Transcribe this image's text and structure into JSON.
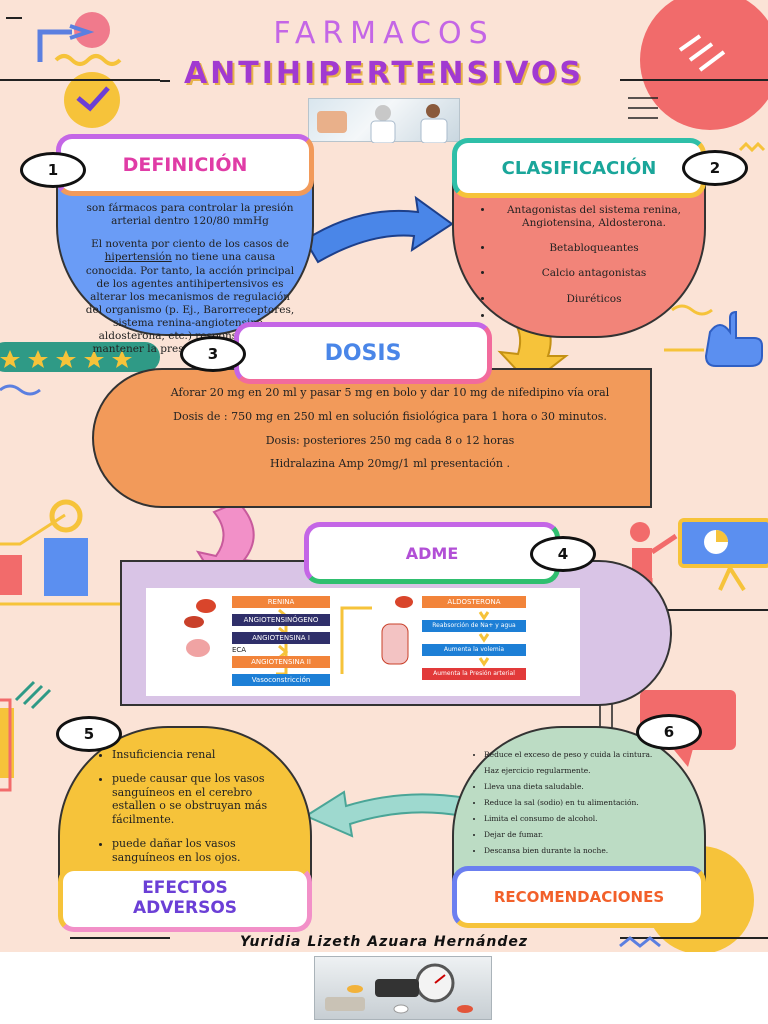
{
  "title": {
    "line1": "FARMACOS",
    "line2": "ANTIHIPERTENSIVOS"
  },
  "sections": {
    "definicion": {
      "number": "1",
      "label": "DEFINICIÓN",
      "para1": "son fármacos para controlar  la presión arterial  dentro 120/80 mmHg",
      "para2_pre": "El noventa por ciento de los casos de ",
      "para2_link": "hipertensión",
      "para2_post": " no tiene una causa conocida. Por tanto, la acción principal de los agentes antihipertensivos es alterar los mecanismos de regulación del organismo (p. Ej., Barorreceptores, sistema renina-angiotensina-aldosterona, etc.) responsables de mantener la presión arterial normal."
    },
    "clasificacion": {
      "number": "2",
      "label": "CLASIFICACIÓN",
      "items": [
        "Antagonistas del sistema renina, Angiotensina, Aldosterona.",
        "Betabloqueantes",
        "Calcio antagonistas",
        "Diuréticos",
        ""
      ]
    },
    "dosis": {
      "number": "3",
      "label": "DOSIS",
      "lines": [
        "Aforar 20 mg en 20 ml y pasar 5 mg en bolo y dar 10 mg de nifedipino vía oral",
        "Dosis de : 750 mg en 250 ml en solución  fisiológica para 1 hora o 30 minutos.",
        "Dosis: posteriores  250 mg cada 8 o 12 horas",
        "Hidralazina Amp 20mg/1 ml presentación ."
      ]
    },
    "adme": {
      "number": "4",
      "label": "ADME",
      "diagram": {
        "left": [
          "RENINA",
          "ANGIOTENSINÓGENO",
          "ANGIOTENSINA I",
          "ANGIOTENSINA II",
          "Vasoconstricción"
        ],
        "eca": "ECA",
        "right": [
          "ALDOSTERONA",
          "Reabsorción de Na+ y agua",
          "Aumenta la volemia",
          "Aumenta la Presión arterial"
        ]
      }
    },
    "efectos": {
      "number": "5",
      "label_line1": "EFECTOS",
      "label_line2": "ADVERSOS",
      "items": [
        "Insuficiencia renal",
        "puede causar que los vasos sanguíneos en el cerebro estallen o se obstruyan más fácilmente.",
        "puede dañar los vasos sanguíneos en los ojos."
      ]
    },
    "recomendaciones": {
      "number": "6",
      "label": "RECOMENDACIONES",
      "items": [
        "Reduce el exceso de peso y cuida la cintura.",
        "Haz ejercicio regularmente.",
        "Lleva una dieta saludable.",
        "Reduce la sal (sodio) en tu alimentación.",
        "Limita el consumo de alcohol.",
        "Dejar de fumar.",
        "Descansa bien durante la noche."
      ]
    }
  },
  "author": "Yuridia Lizeth Azuara Hernández",
  "colors": {
    "background": "#fbe3d6",
    "definicion_blob": "#6a9cf6",
    "clasificacion_blob": "#f28479",
    "dosis_blob": "#f29a5a",
    "adme_blob": "#d9c4e6",
    "efectos_blob": "#f6c33a",
    "recomendaciones_blob": "#bcdcc4"
  }
}
